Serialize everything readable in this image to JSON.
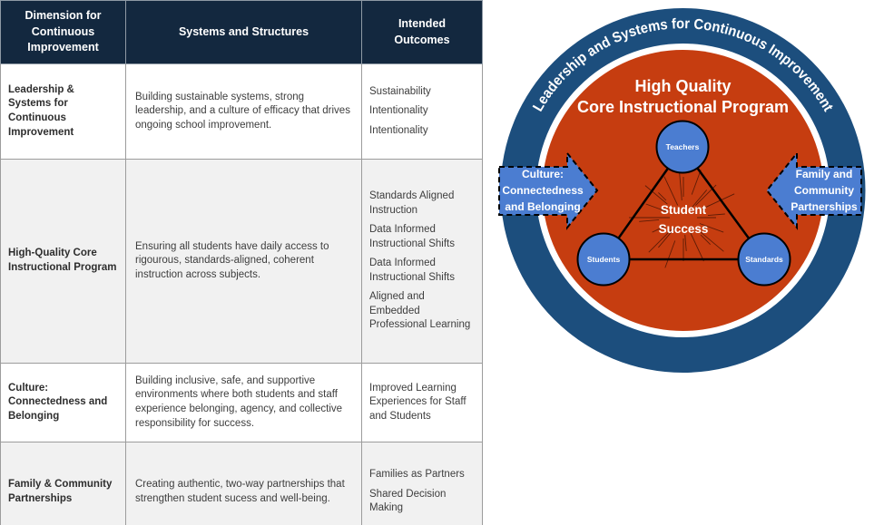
{
  "table": {
    "headers": [
      "Dimension for Continuous Improvement",
      "Systems and Structures",
      "Intended Outcomes"
    ],
    "rows": [
      {
        "dimension": "Leadership & Systems for Continuous Improvement",
        "systems": "Building sustainable systems, strong leadership, and a culture of efficacy that drives ongoing school improvement.",
        "outcomes": [
          "Sustainability",
          "Intentionality",
          "Intentionality"
        ]
      },
      {
        "dimension": "High-Quality Core Instructional Program",
        "systems": "Ensuring all students have daily access to rigourous, standards-aligned, coherent instruction across subjects.",
        "outcomes": [
          "Standards Aligned Instruction",
          "Data Informed Instructional Shifts",
          "Data Informed Instructional Shifts",
          "Aligned and Embedded Professional Learning"
        ]
      },
      {
        "dimension": "Culture: Connectedness and Belonging",
        "systems": "Building inclusive, safe, and supportive environments where both students and staff experience belonging, agency, and collective responsibility for success.",
        "outcomes": [
          "Improved Learning Experiences for Staff and Students"
        ]
      },
      {
        "dimension": "Family & Community Partnerships",
        "systems": "Creating authentic, two-way partnerships that strengthen student sucess and well-being.",
        "outcomes": [
          "Families as Partners",
          "Shared Decision Making"
        ]
      }
    ]
  },
  "diagram": {
    "outer_ring_label": "Leadership and Systems for Continuous Improvement",
    "inner_title_line1": "High Quality",
    "inner_title_line2": "Core Instructional Program",
    "center_line1": "Student",
    "center_line2": "Success",
    "nodes": {
      "top": "Teachers",
      "bottom_left": "Students",
      "bottom_right": "Standards"
    },
    "left_arrow": {
      "line1": "Culture:",
      "line2": "Connectedness",
      "line3": "and Belonging"
    },
    "right_arrow": {
      "line1": "Family and",
      "line2": "Community",
      "line3": "Partnerships"
    },
    "colors": {
      "navy_ring": "#1c4e7d",
      "orange": "#c63d10",
      "node_blue": "#4b7dd1",
      "header_navy": "#13283f"
    }
  }
}
